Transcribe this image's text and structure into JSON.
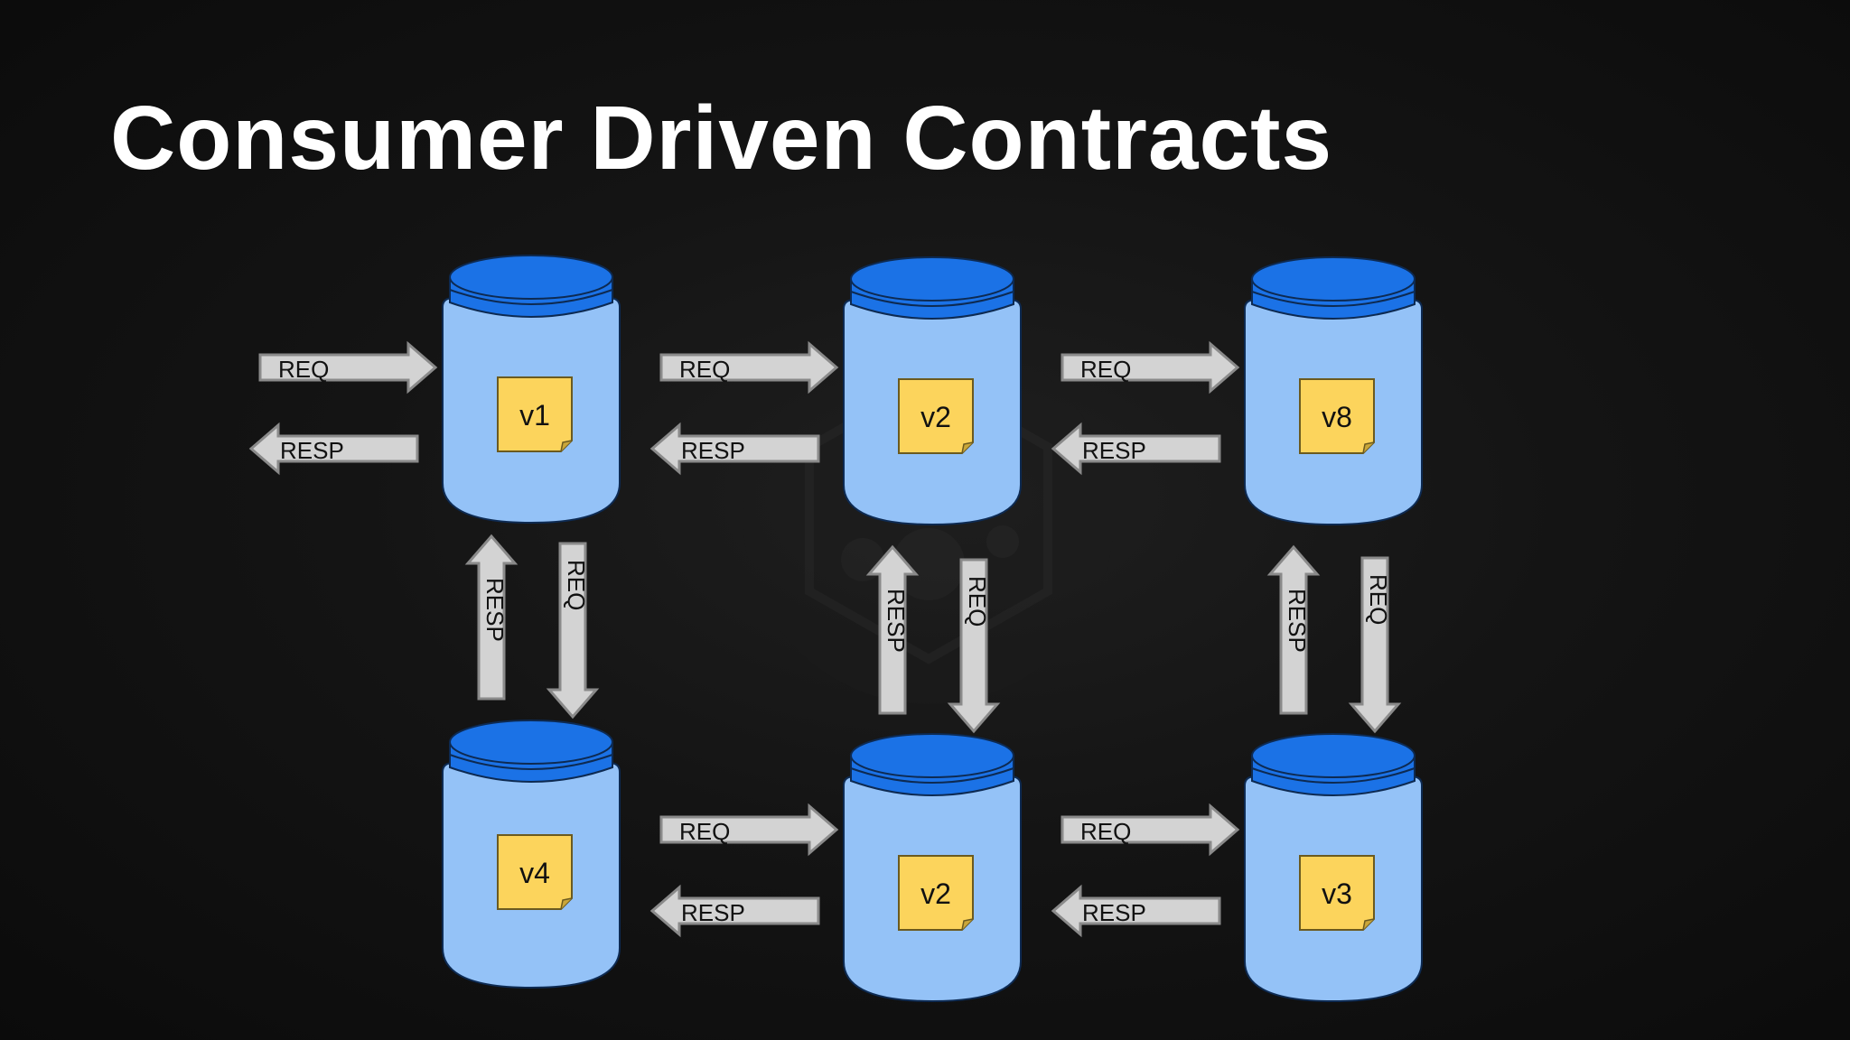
{
  "title": "Consumer Driven Contracts",
  "colors": {
    "jar_body": "#94c2f7",
    "jar_lid": "#1b72e6",
    "jar_outline": "#0d2a52",
    "note": "#fcd45c",
    "arrow_fill": "#d3d3d3",
    "arrow_stroke": "#8a8a8a",
    "label": "#111111"
  },
  "services": [
    {
      "id": "s1",
      "version": "v1"
    },
    {
      "id": "s2",
      "version": "v2"
    },
    {
      "id": "s3",
      "version": "v8"
    },
    {
      "id": "s4",
      "version": "v4"
    },
    {
      "id": "s5",
      "version": "v2"
    },
    {
      "id": "s6",
      "version": "v3"
    }
  ],
  "arrow_labels": {
    "request": "REQ",
    "response": "RESP"
  },
  "connections": [
    {
      "name": "external-req",
      "label": "REQ",
      "to": "s1"
    },
    {
      "name": "external-resp",
      "label": "RESP",
      "from": "s1"
    },
    {
      "name": "s1-s2-req",
      "label": "REQ",
      "from": "s1",
      "to": "s2"
    },
    {
      "name": "s2-s1-resp",
      "label": "RESP",
      "from": "s2",
      "to": "s1"
    },
    {
      "name": "s2-s3-req",
      "label": "REQ",
      "from": "s2",
      "to": "s3"
    },
    {
      "name": "s3-s2-resp",
      "label": "RESP",
      "from": "s3",
      "to": "s2"
    },
    {
      "name": "s1-s4-req",
      "label": "REQ",
      "from": "s1",
      "to": "s4"
    },
    {
      "name": "s4-s1-resp",
      "label": "RESP",
      "from": "s4",
      "to": "s1"
    },
    {
      "name": "s2-s5-req",
      "label": "REQ",
      "from": "s2",
      "to": "s5"
    },
    {
      "name": "s5-s2-resp",
      "label": "RESP",
      "from": "s5",
      "to": "s2"
    },
    {
      "name": "s3-s6-req",
      "label": "REQ",
      "from": "s3",
      "to": "s6"
    },
    {
      "name": "s6-s3-resp",
      "label": "RESP",
      "from": "s6",
      "to": "s3"
    },
    {
      "name": "s4-s5-req",
      "label": "REQ",
      "from": "s4",
      "to": "s5"
    },
    {
      "name": "s5-s4-resp",
      "label": "RESP",
      "from": "s5",
      "to": "s4"
    },
    {
      "name": "s5-s6-req",
      "label": "REQ",
      "from": "s5",
      "to": "s6"
    },
    {
      "name": "s6-s5-resp",
      "label": "RESP",
      "from": "s6",
      "to": "s5"
    }
  ]
}
